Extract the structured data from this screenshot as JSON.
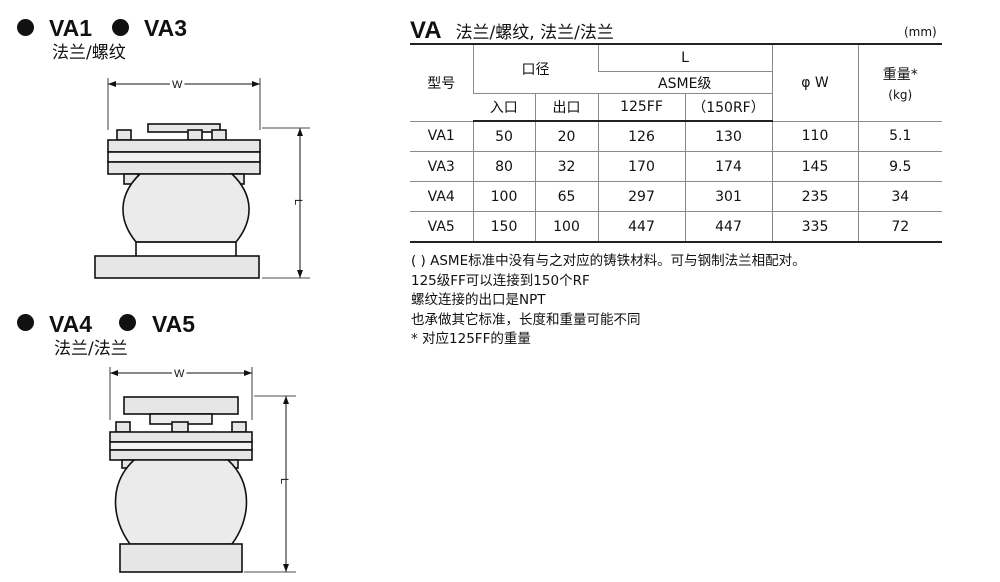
{
  "left": {
    "group1": {
      "models": [
        "VA1",
        "VA3"
      ],
      "connection": "法兰/螺纹",
      "dim_w": "W",
      "dim_l": "L"
    },
    "group2": {
      "models": [
        "VA4",
        "VA5"
      ],
      "connection": "法兰/法兰",
      "dim_w": "W",
      "dim_l": "L"
    }
  },
  "table": {
    "title": "VA",
    "subtitle": "法兰/螺纹, 法兰/法兰",
    "unit": "(mm)",
    "headers": {
      "model": "型号",
      "bore": "口径",
      "inlet": "入口",
      "outlet": "出口",
      "l": "L",
      "asme": "ASME级",
      "ff": "125FF",
      "rf": "（150RF）",
      "phiw": "φ W",
      "weight": "重量*",
      "weight_unit": "(kg)"
    },
    "rows": [
      {
        "model": "VA1",
        "inlet": "50",
        "outlet": "20",
        "ff": "126",
        "rf": "130",
        "phiw": "110",
        "weight": "5.1"
      },
      {
        "model": "VA3",
        "inlet": "80",
        "outlet": "32",
        "ff": "170",
        "rf": "174",
        "phiw": "145",
        "weight": "9.5"
      },
      {
        "model": "VA4",
        "inlet": "100",
        "outlet": "65",
        "ff": "297",
        "rf": "301",
        "phiw": "235",
        "weight": "34"
      },
      {
        "model": "VA5",
        "inlet": "150",
        "outlet": "100",
        "ff": "447",
        "rf": "447",
        "phiw": "335",
        "weight": "72"
      }
    ]
  },
  "notes": [
    "( ) ASME标准中没有与之对应的铸铁材料。可与钢制法兰相配对。",
    "125级FF可以连接到150个RF",
    "螺纹连接的出口是NPT",
    "也承做其它标准，长度和重量可能不同",
    "* 对应125FF的重量"
  ]
}
